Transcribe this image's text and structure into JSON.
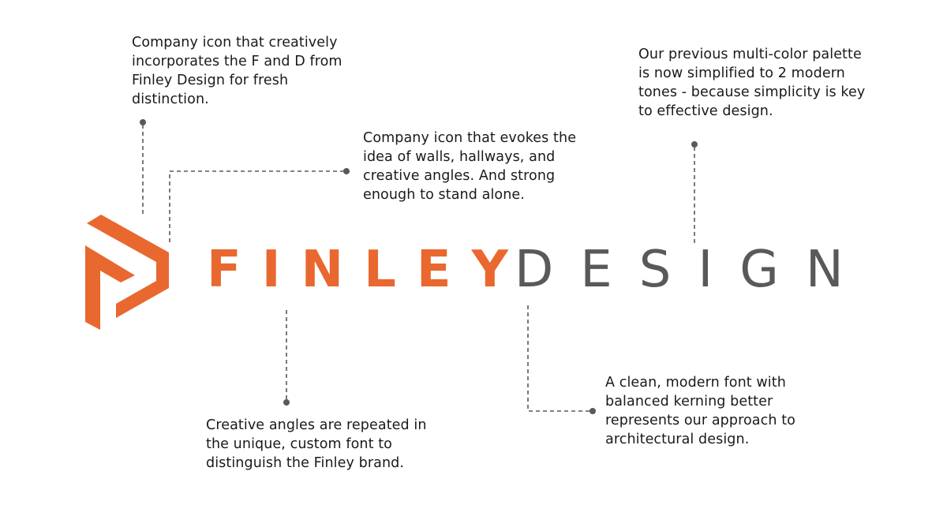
{
  "brand": {
    "name_primary": "FINLEY",
    "name_secondary": "DESIGN",
    "colors": {
      "primary_orange": "#E8682F",
      "secondary_gray": "#58595B",
      "connector_gray": "#58595B",
      "text": "#1a1a1a",
      "background": "#ffffff"
    },
    "icon": "fd-monogram-icon"
  },
  "annotations": [
    {
      "id": "note-icon-fd",
      "text": "Company icon that creatively\nincorporates the F and D from\nFinley Design for fresh\ndistinction."
    },
    {
      "id": "note-icon-walls",
      "text": "Company icon that evokes the\nidea of walls, hallways, and\ncreative angles. And strong\nenough to stand alone."
    },
    {
      "id": "note-palette",
      "text": "Our previous multi-color palette\nis now simplified to 2 modern\ntones - because simplicity is key\nto effective design."
    },
    {
      "id": "note-font-angle",
      "text": "Creative angles are repeated in\nthe unique, custom font to\ndistinguish the Finley brand."
    },
    {
      "id": "note-font-clean",
      "text": "A clean, modern font with\nbalanced kerning better\nrepresents our approach to\narchitectural design."
    }
  ]
}
